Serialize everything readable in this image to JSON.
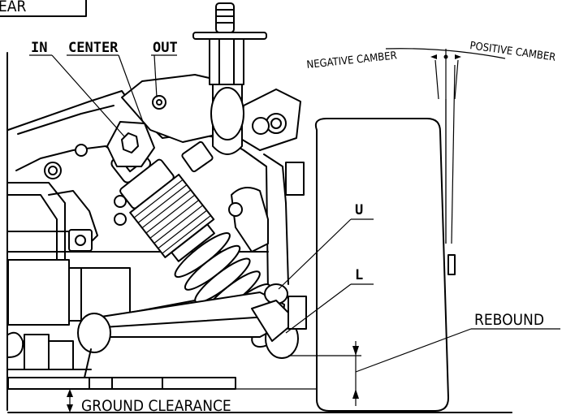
{
  "labels": {
    "top_left_partial": "EAR",
    "in": "IN",
    "center": "CENTER",
    "out": "OUT",
    "negative_camber": "NEGATIVE CAMBER",
    "positive_camber": "POSITIVE CAMBER",
    "upper": "U",
    "lower": "L",
    "rebound": "REBOUND",
    "ground_clearance": "GROUND CLEARANCE"
  }
}
